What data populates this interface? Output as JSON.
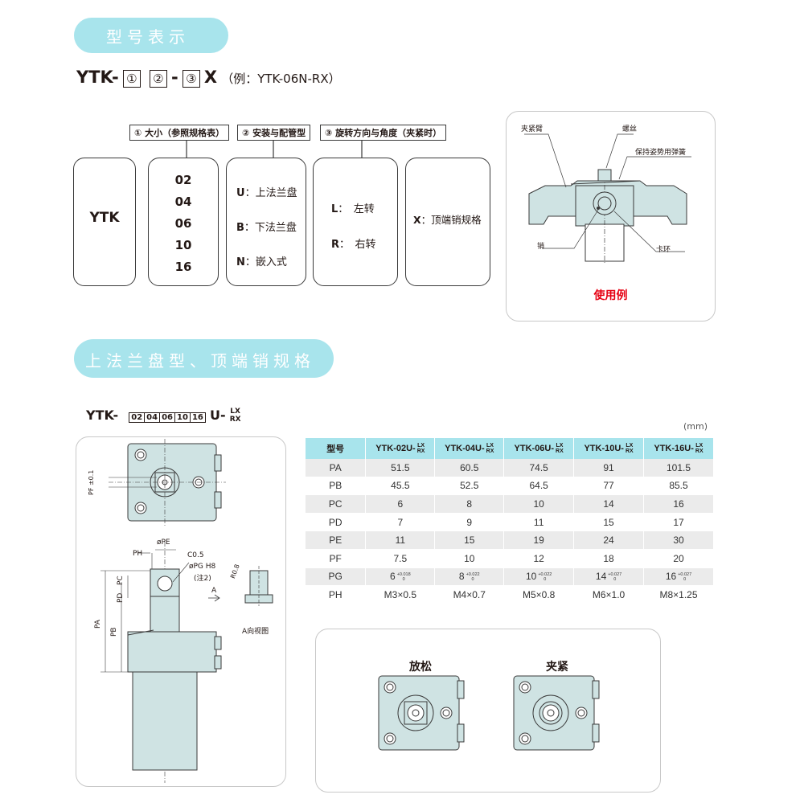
{
  "section1": {
    "title": "型号表示",
    "code_prefix": "YTK-",
    "code_n1": "①",
    "code_n2": "②",
    "code_dash": "-",
    "code_n3": "③",
    "code_suffix": "X",
    "code_example": "（例：YTK-06N-RX）",
    "labels": [
      "① 大小（参照规格表）",
      "② 安装与配管型",
      "③ 旋转方向与角度（夹紧时）"
    ],
    "box_ytk": "YTK",
    "sizes": [
      "02",
      "04",
      "06",
      "10",
      "16"
    ],
    "mount": [
      {
        "key": "U",
        "text": "：上法兰盘"
      },
      {
        "key": "B",
        "text": "：下法兰盘"
      },
      {
        "key": "N",
        "text": "：嵌入式"
      }
    ],
    "rotation": [
      {
        "key": "L",
        "text": "：　左转"
      },
      {
        "key": "R",
        "text": "：　右转"
      }
    ],
    "pin": {
      "key": "X",
      "text": "：顶端销规格"
    }
  },
  "usage": {
    "labels": {
      "arm": "夹紧臂",
      "screw": "螺丝",
      "spring": "保持姿势用弹簧",
      "pin": "销",
      "ring": "卡环"
    },
    "caption": "使用例"
  },
  "section2": {
    "title": "上法兰盘型、顶端销规格",
    "code_prefix": "YTK-",
    "code_sizes": [
      "02",
      "04",
      "06",
      "10",
      "16"
    ],
    "code_suffix": "U-",
    "code_dir_top": "LX",
    "code_dir_bottom": "RX",
    "unit": "(mm)"
  },
  "drawing": {
    "labels": {
      "pf": "PF ±0.1",
      "ph": "PH",
      "pe": "øPE",
      "c": "C0.5",
      "pg": "øPG H8",
      "note": "(注2)",
      "pc": "PC",
      "pd": "PD",
      "pa": "PA",
      "pb": "PB",
      "r": "R0.8",
      "a": "A",
      "aview": "A向视图"
    }
  },
  "table": {
    "header_first": "型号",
    "models": [
      "YTK-02U-",
      "YTK-04U-",
      "YTK-06U-",
      "YTK-10U-",
      "YTK-16U-"
    ],
    "model_dir_top": "LX",
    "model_dir_bottom": "RX",
    "rows": [
      {
        "name": "PA",
        "values": [
          "51.5",
          "60.5",
          "74.5",
          "91",
          "101.5"
        ]
      },
      {
        "name": "PB",
        "values": [
          "45.5",
          "52.5",
          "64.5",
          "77",
          "85.5"
        ]
      },
      {
        "name": "PC",
        "values": [
          "6",
          "8",
          "10",
          "14",
          "16"
        ]
      },
      {
        "name": "PD",
        "values": [
          "7",
          "9",
          "11",
          "15",
          "17"
        ]
      },
      {
        "name": "PE",
        "values": [
          "11",
          "15",
          "19",
          "24",
          "30"
        ]
      },
      {
        "name": "PF",
        "values": [
          "7.5",
          "10",
          "12",
          "18",
          "20"
        ]
      },
      {
        "name": "PH",
        "values": [
          "M3×0.5",
          "M4×0.7",
          "M5×0.8",
          "M6×1.0",
          "M8×1.25"
        ]
      }
    ],
    "pg": {
      "name": "PG",
      "values": [
        "6",
        "8",
        "10",
        "14",
        "16"
      ],
      "tol_upper": [
        "+0.018",
        "+0.022",
        "+0.022",
        "+0.027",
        "+0.027"
      ],
      "tol_lower": [
        "0",
        "0",
        "0",
        "0",
        "0"
      ]
    }
  },
  "states": {
    "release": "放松",
    "clamp": "夹紧"
  },
  "colors": {
    "accent": "#a8e4ec",
    "body": "#cfe3e3",
    "caption_red": "#e60012"
  }
}
